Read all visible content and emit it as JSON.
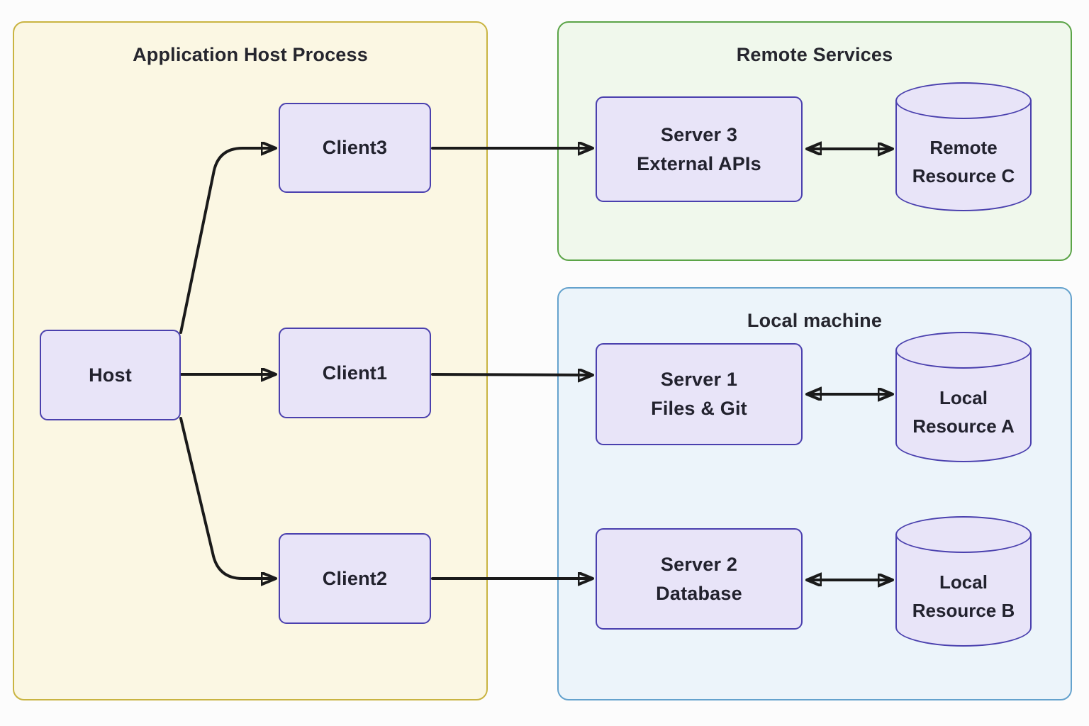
{
  "groups": {
    "app_host": {
      "title": "Application Host Process"
    },
    "remote": {
      "title": "Remote Services"
    },
    "local": {
      "title": "Local machine"
    }
  },
  "nodes": {
    "host": {
      "label": "Host"
    },
    "client3": {
      "label": "Client3"
    },
    "client1": {
      "label": "Client1"
    },
    "client2": {
      "label": "Client2"
    },
    "server3": {
      "line1": "Server 3",
      "line2": "External APIs"
    },
    "server1": {
      "line1": "Server 1",
      "line2": "Files & Git"
    },
    "server2": {
      "line1": "Server 2",
      "line2": "Database"
    },
    "resource_c": {
      "line1": "Remote",
      "line2": "Resource C"
    },
    "resource_a": {
      "line1": "Local",
      "line2": "Resource A"
    },
    "resource_b": {
      "line1": "Local",
      "line2": "Resource B"
    }
  },
  "edges": [
    {
      "from": "Host",
      "to": "Client3",
      "arrows": "one-way"
    },
    {
      "from": "Host",
      "to": "Client1",
      "arrows": "one-way"
    },
    {
      "from": "Host",
      "to": "Client2",
      "arrows": "one-way"
    },
    {
      "from": "Client3",
      "to": "Server 3 External APIs",
      "arrows": "one-way"
    },
    {
      "from": "Client1",
      "to": "Server 1 Files & Git",
      "arrows": "one-way"
    },
    {
      "from": "Client2",
      "to": "Server 2 Database",
      "arrows": "one-way"
    },
    {
      "from": "Server 3 External APIs",
      "to": "Remote Resource C",
      "arrows": "two-way"
    },
    {
      "from": "Server 1 Files & Git",
      "to": "Local Resource A",
      "arrows": "two-way"
    },
    {
      "from": "Server 2 Database",
      "to": "Local Resource B",
      "arrows": "two-way"
    }
  ],
  "colors": {
    "app_host_bg": "#fbf7e3",
    "app_host_border": "#c9b441",
    "remote_bg": "#f0f8ec",
    "remote_border": "#5ba447",
    "local_bg": "#ecf4fa",
    "local_border": "#64a2cd",
    "node_fill": "#e8e4f8",
    "node_border": "#4a40ae",
    "arrow": "#1a1a1a",
    "text": "#22222e",
    "page_bg": "#fcfcfc"
  }
}
